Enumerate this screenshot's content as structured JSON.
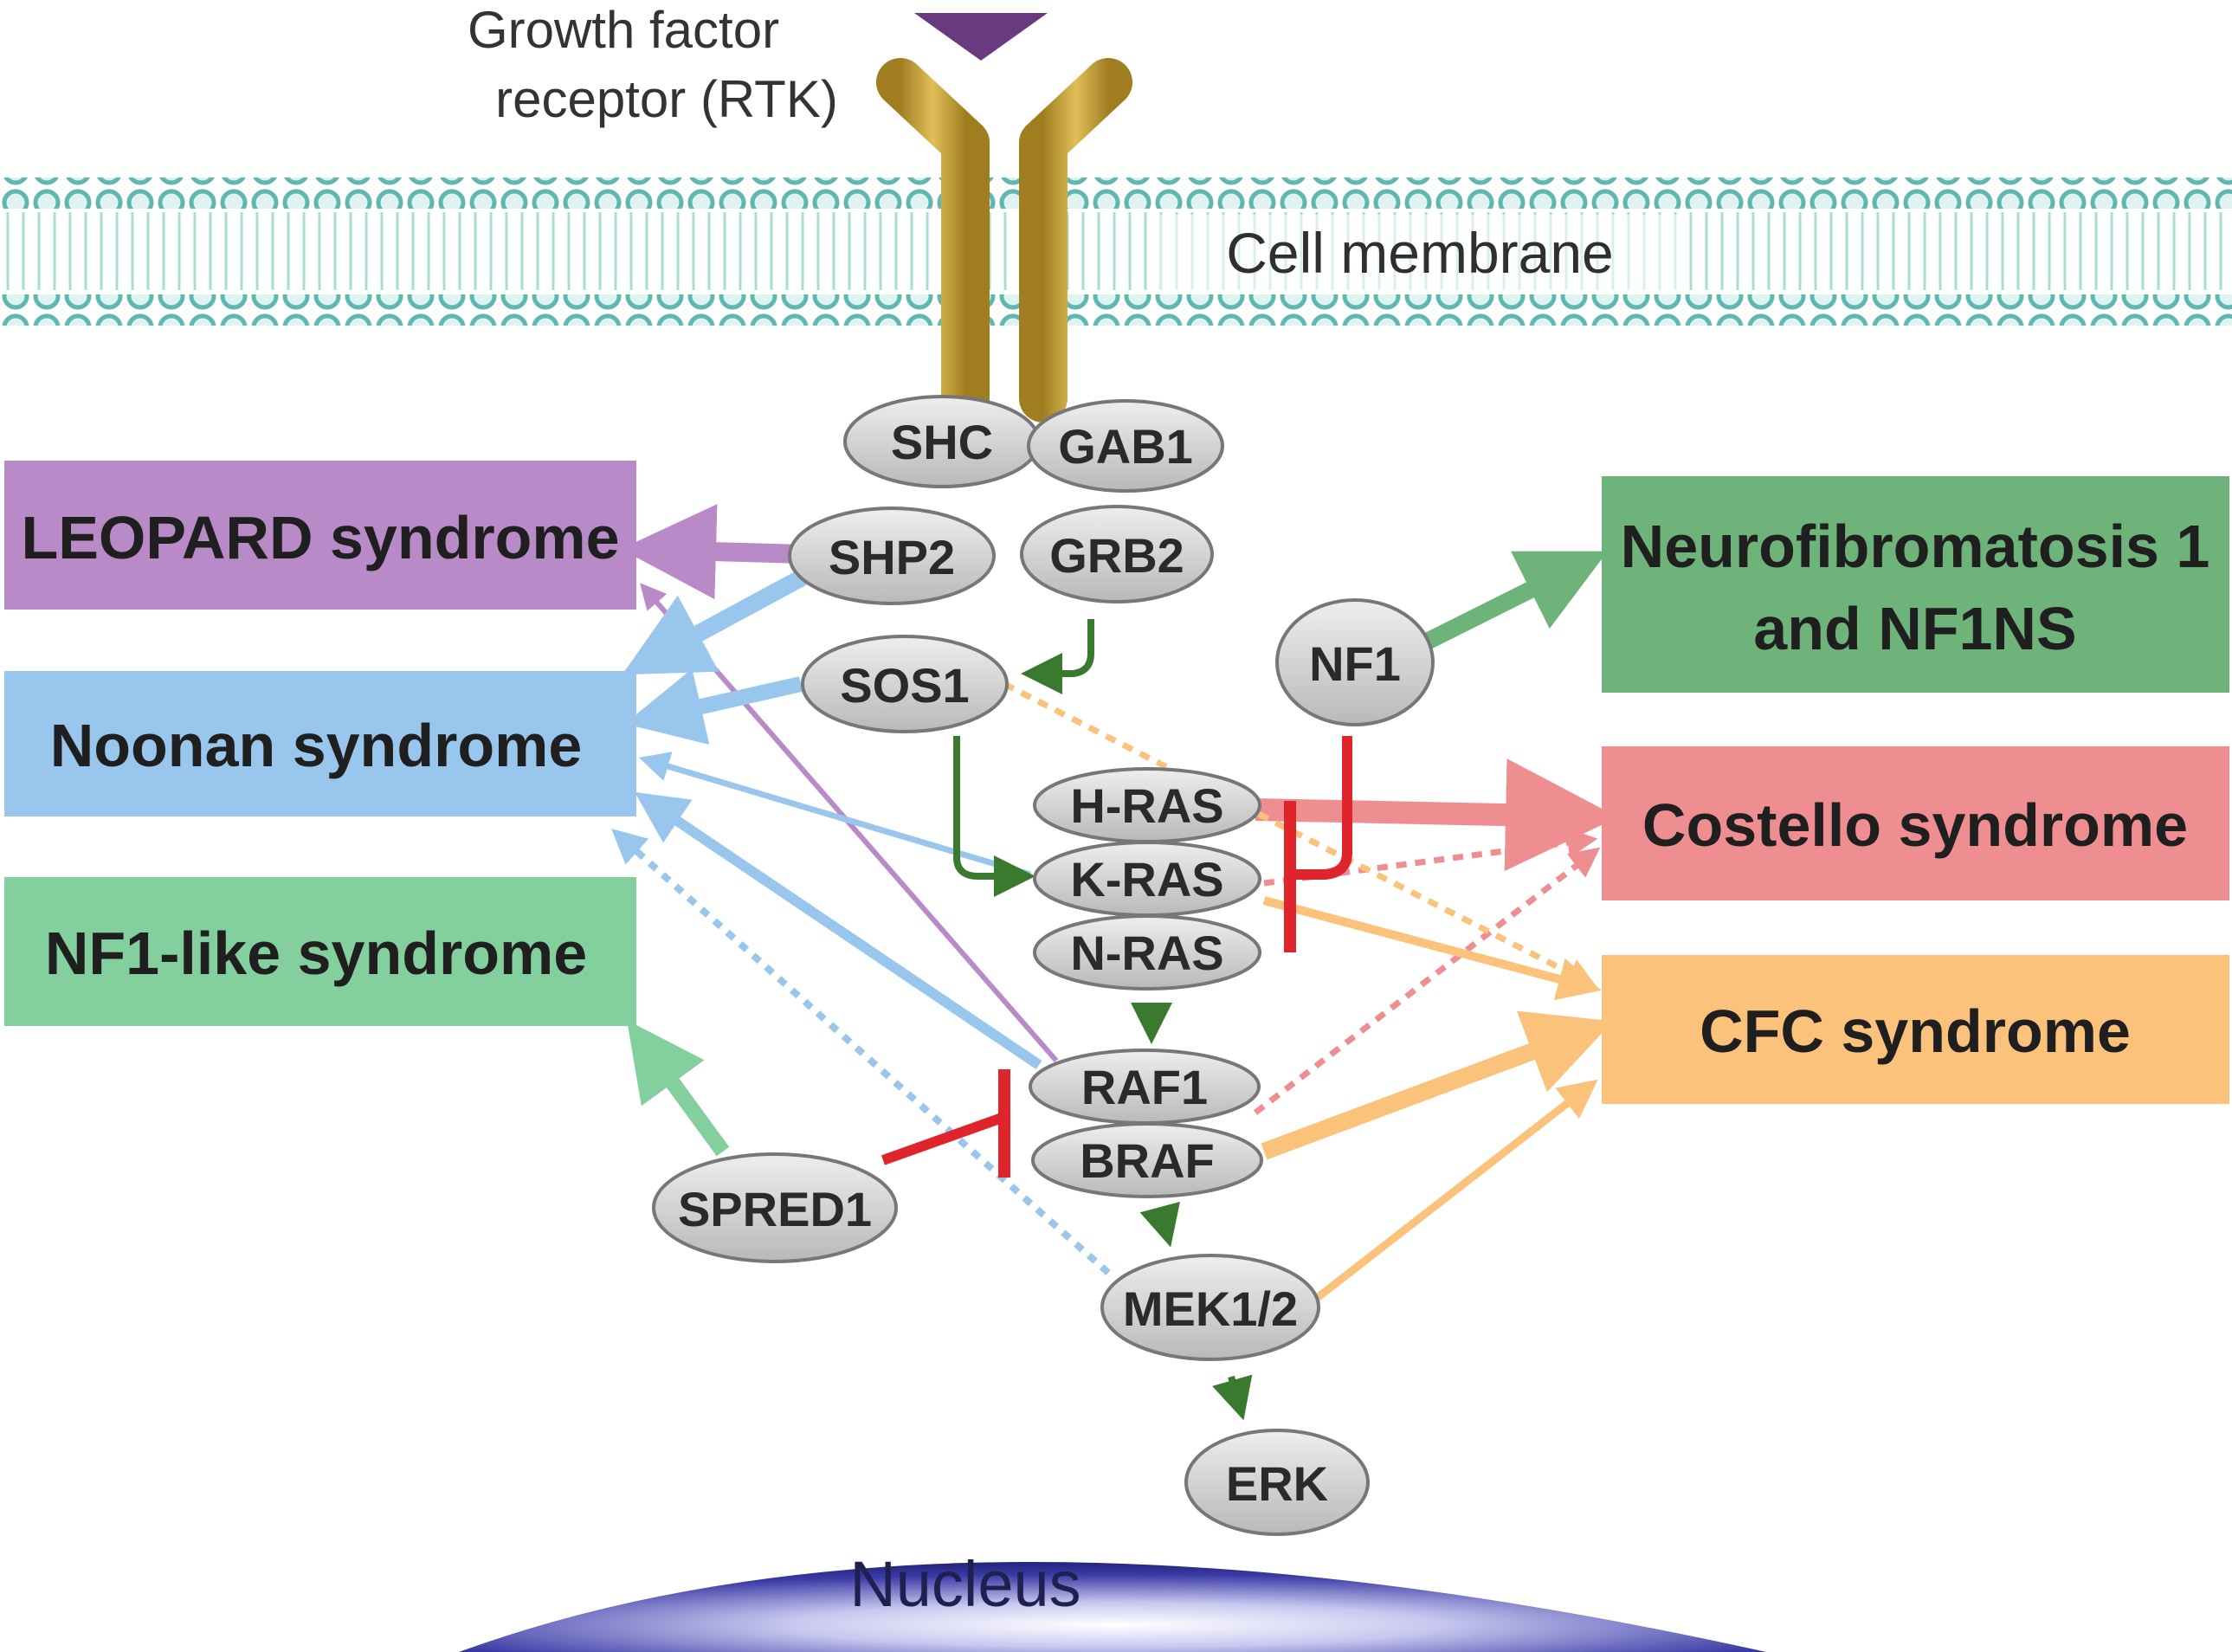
{
  "receptor": {
    "label_line1": "Growth factor",
    "label_line2": "receptor (RTK)"
  },
  "membrane": {
    "label": "Cell membrane"
  },
  "nucleus": {
    "label": "Nucleus"
  },
  "proteins": {
    "shc": "SHC",
    "gab1": "GAB1",
    "shp2": "SHP2",
    "grb2": "GRB2",
    "sos1": "SOS1",
    "nf1": "NF1",
    "hras": "H-RAS",
    "kras": "K-RAS",
    "nras": "N-RAS",
    "raf1": "RAF1",
    "braf": "BRAF",
    "spred1": "SPRED1",
    "mek": "MEK1/2",
    "erk": "ERK"
  },
  "syndromes": {
    "leopard": "LEOPARD syndrome",
    "noonan": "Noonan syndrome",
    "nf1like": "NF1-like syndrome",
    "neurofibromatosis_line1": "Neurofibromatosis 1",
    "neurofibromatosis_line2": "and NF1NS",
    "costello": "Costello syndrome",
    "cfc": "CFC syndrome"
  },
  "colors": {
    "leopard": "#b98ac8",
    "noonan": "#98c6ec",
    "nf1like": "#84cf9e",
    "neurofibromatosis": "#6db37a",
    "costello": "#ef8e91",
    "cfc": "#fbc27b",
    "receptor": "#c9a23a",
    "ligand": "#6a3a80",
    "membrane": "#5fb7b2",
    "pathway_arrow": "#3a7a2e",
    "inhibition": "#e0242b",
    "nucleus": "#3a3aa5"
  }
}
